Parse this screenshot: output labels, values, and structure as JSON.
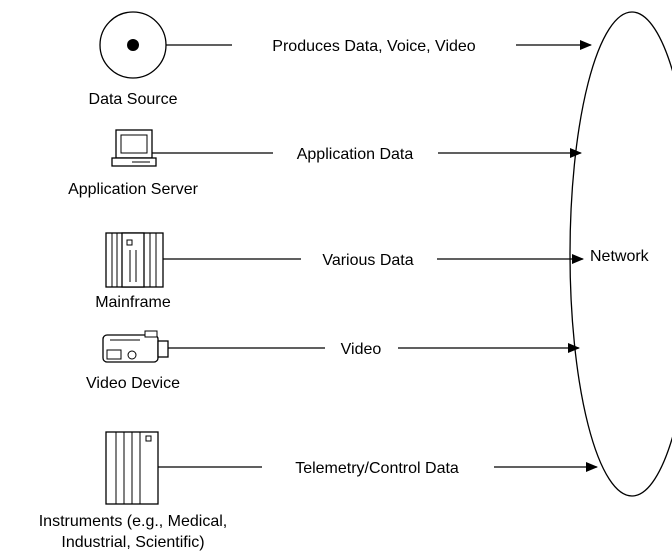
{
  "network": {
    "label": "Network"
  },
  "sources": [
    {
      "id": "data-source",
      "caption": "Data Source",
      "icon": "disc-icon",
      "link_label": "Produces Data, Voice, Video"
    },
    {
      "id": "application-server",
      "caption": "Application Server",
      "icon": "computer-monitor-icon",
      "link_label": "Application Data"
    },
    {
      "id": "mainframe",
      "caption": "Mainframe",
      "icon": "mainframe-cabinet-icon",
      "link_label": "Various Data"
    },
    {
      "id": "video-device",
      "caption": "Video Device",
      "icon": "video-camera-icon",
      "link_label": "Video"
    },
    {
      "id": "instruments",
      "caption_lines": [
        "Instruments (e.g., Medical,",
        "Industrial, Scientific)"
      ],
      "icon": "instrument-cabinet-icon",
      "link_label": "Telemetry/Control Data"
    }
  ]
}
